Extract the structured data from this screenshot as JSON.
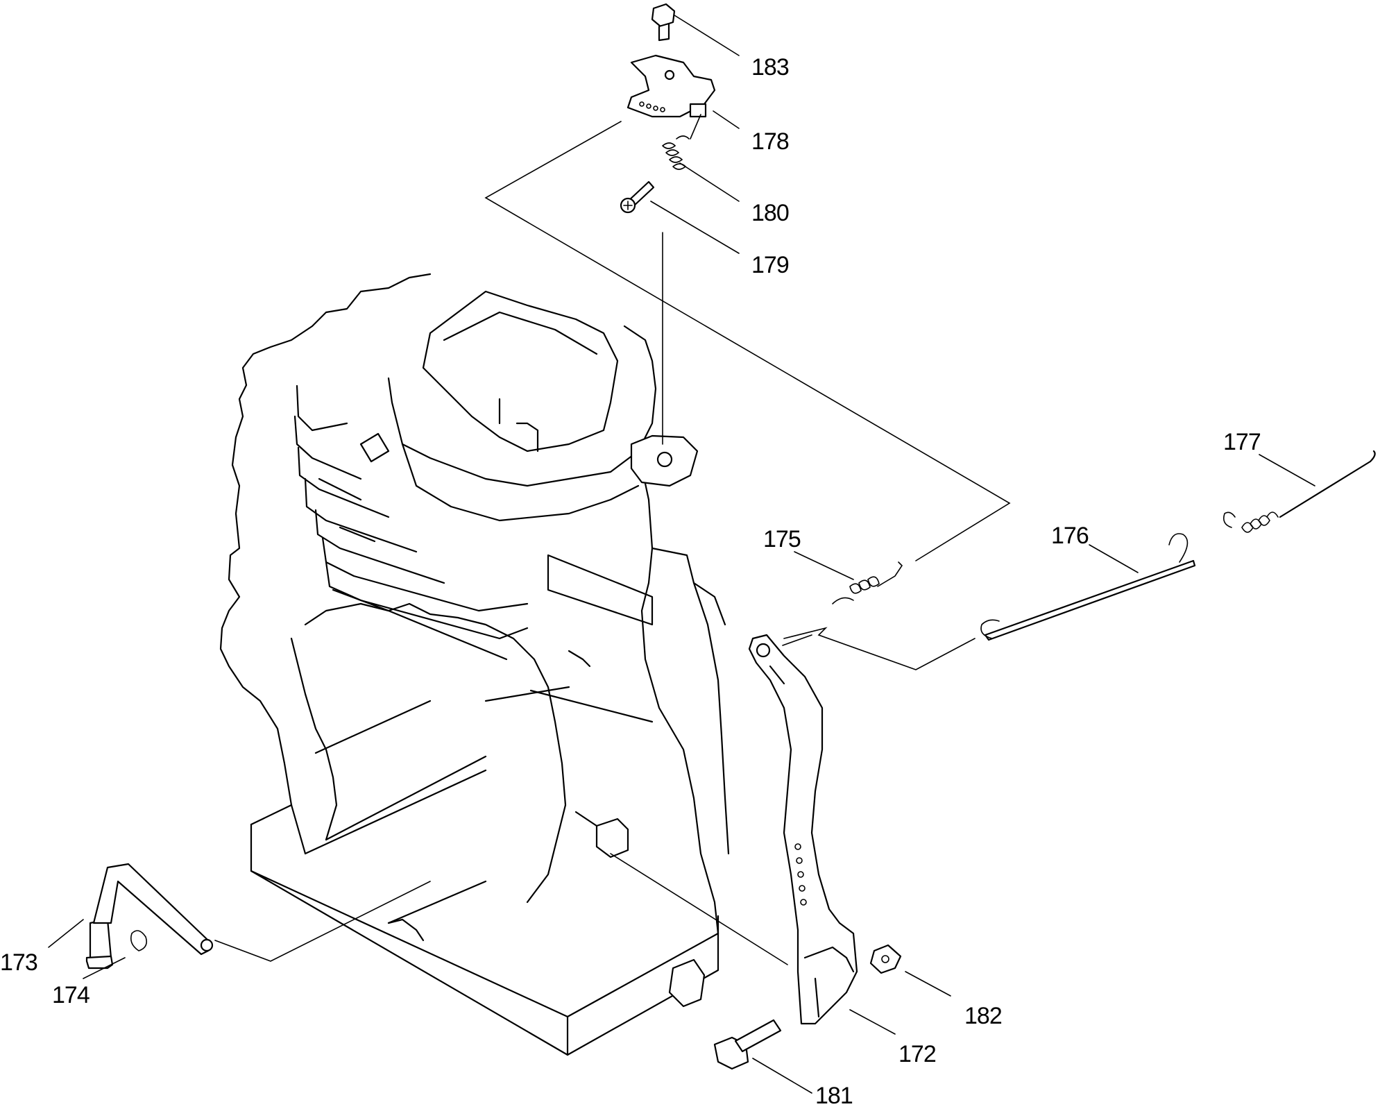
{
  "callouts": {
    "p172": "172",
    "p173": "173",
    "p174": "174",
    "p175": "175",
    "p176": "176",
    "p177": "177",
    "p178": "178",
    "p179": "179",
    "p180": "180",
    "p181": "181",
    "p182": "182",
    "p183": "183"
  },
  "colors": {
    "line": "#000000",
    "background": "#ffffff"
  }
}
